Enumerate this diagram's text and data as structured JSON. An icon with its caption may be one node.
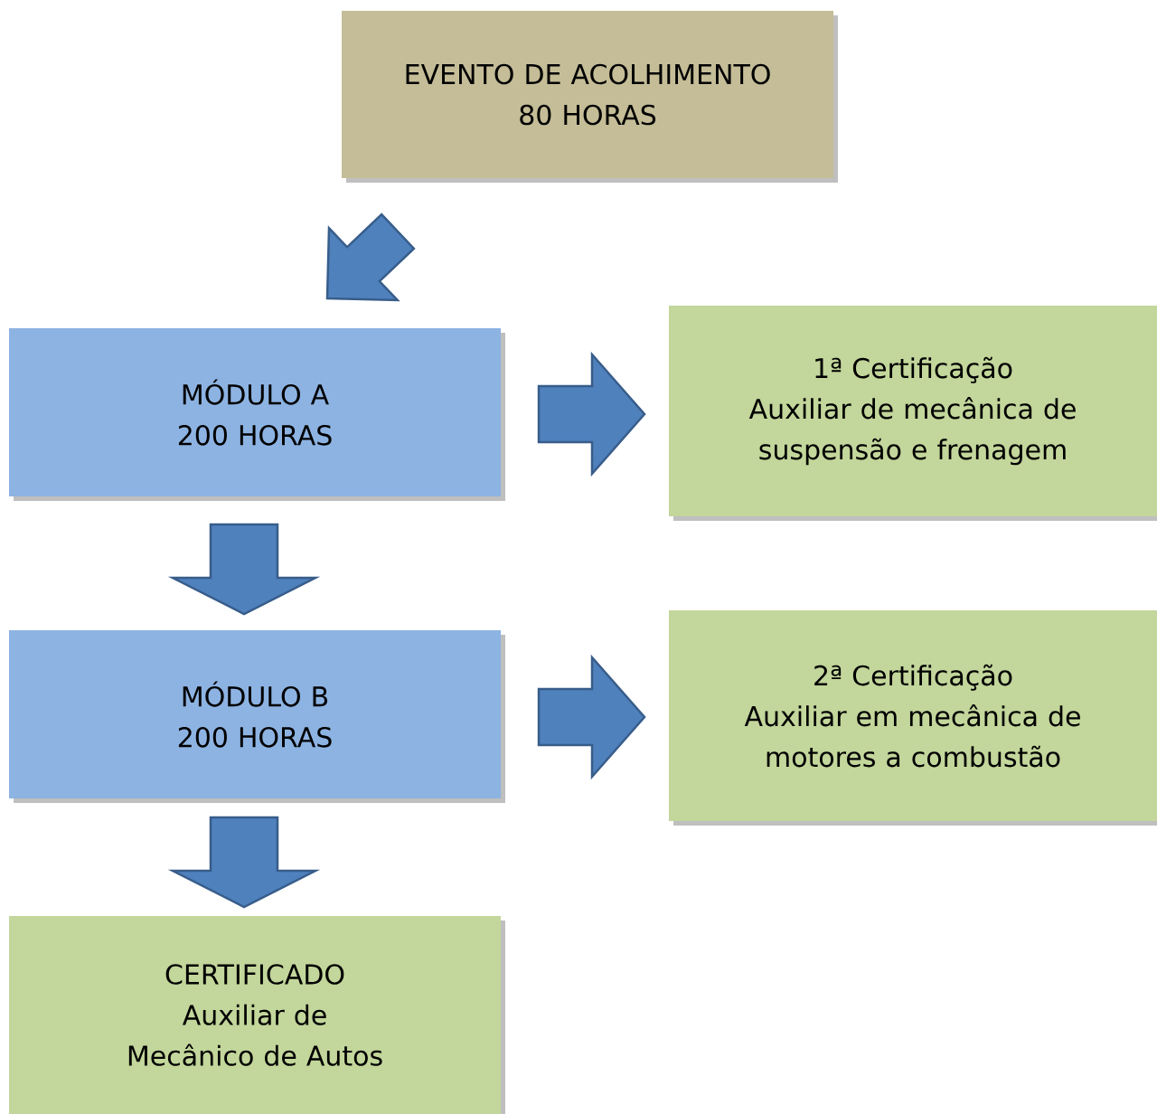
{
  "diagram": {
    "nodes": [
      {
        "text": [
          "EVENTO DE ACOLHIMENTO",
          "80 HORAS"
        ]
      },
      {
        "text": [
          "MÓDULO A",
          "200 HORAS"
        ]
      },
      {
        "text": [
          "1ª Certificação",
          "Auxiliar de mecânica de suspensão e frenagem"
        ]
      },
      {
        "text": [
          "MÓDULO B",
          "200 HORAS"
        ]
      },
      {
        "text": [
          "2ª Certificação",
          "Auxiliar em mecânica de motores a combustão"
        ]
      },
      {
        "text": [
          "CERTIFICADO",
          "Auxiliar de Mecânico de Autos"
        ]
      }
    ],
    "edges": [
      {
        "from": 0,
        "to": 1,
        "arrow": "to"
      },
      {
        "from": 1,
        "to": 2,
        "arrow": "to"
      },
      {
        "from": 1,
        "to": 3,
        "arrow": "to"
      },
      {
        "from": 3,
        "to": 4,
        "arrow": "to"
      },
      {
        "from": 3,
        "to": 5,
        "arrow": "to"
      }
    ]
  }
}
